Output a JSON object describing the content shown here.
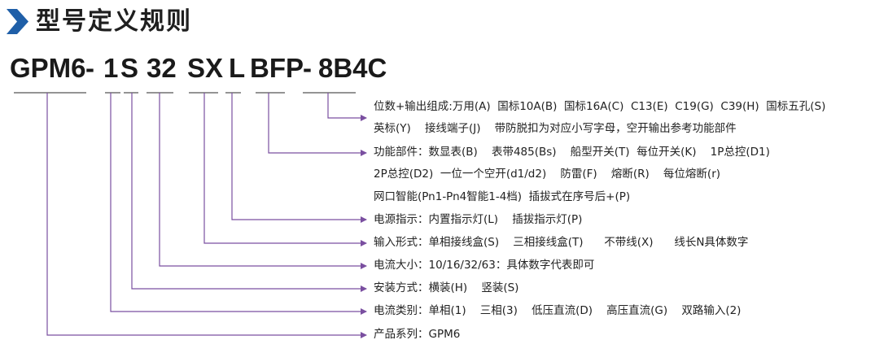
{
  "header": {
    "icon": "chevron-right-icon",
    "title": "型号定义规则",
    "accent_color": "#1f5fa8"
  },
  "code": {
    "parts": [
      "GPM6",
      "-",
      "1",
      "S",
      "32",
      "SX",
      "L",
      "BFP",
      "-",
      "8B4C"
    ]
  },
  "line_color": "#7a4fa0",
  "descriptions": {
    "positions": {
      "line1": "位数+输出组成:万用(A)  国标10A(B)  国标16A(C)  C13(E)  C19(G)  C39(H)  国标五孔(S)",
      "line2": "英标(Y)    接线端子(J)    带防脱扣为对应小写字母，空开输出参考功能部件"
    },
    "function": {
      "line1": "功能部件：数显表(B)    表带485(Bs)    船型开关(T)  每位开关(K)    1P总控(D1)",
      "line2": "2P总控(D2)  一位一个空开(d1/d2)    防雷(F)    熔断(R)    每位熔断(r)",
      "line3": "网口智能(Pn1-Pn4智能1-4档)  插拔式在序号后+(P)"
    },
    "indicator": "电源指示：内置指示灯(L)    插拔指示灯(P)",
    "input": "输入形式：单相接线盒(S)    三相接线盒(T)      不带线(X)      线长N具体数字",
    "current": "电流大小：10/16/32/63：具体数字代表即可",
    "mounting": "安装方式：横装(H)    竖装(S)",
    "current_type": "电流类别：单相(1)    三相(3)    低压直流(D)    高压直流(G)    双路输入(2)",
    "series": "产品系列：GPM6"
  }
}
